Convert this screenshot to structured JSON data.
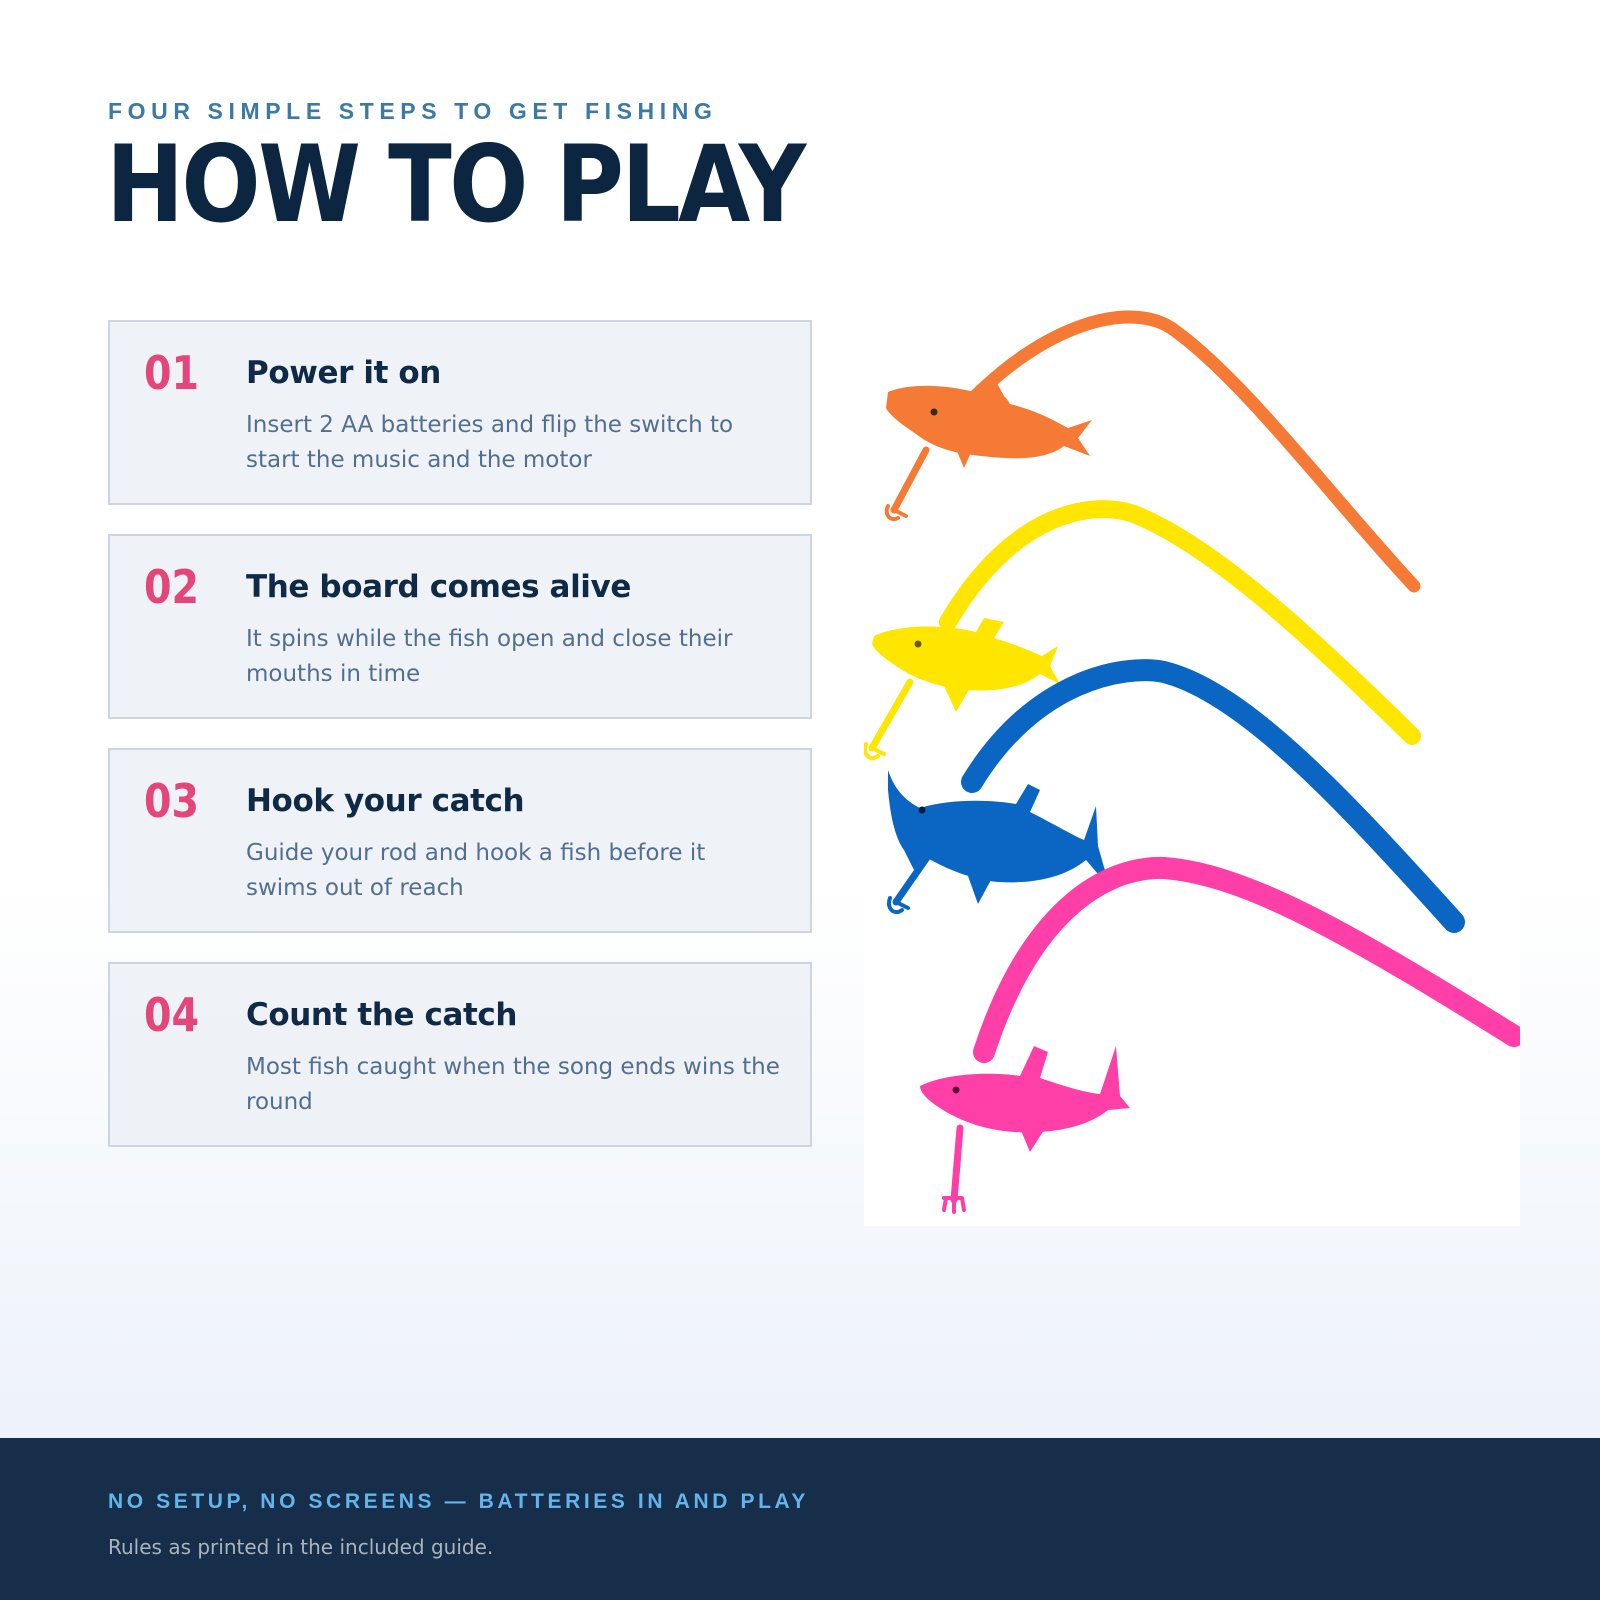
{
  "header": {
    "eyebrow": "FOUR SIMPLE STEPS TO GET FISHING",
    "title": "HOW TO PLAY"
  },
  "steps": [
    {
      "number": "01",
      "title": "Power it on",
      "description": "Insert 2 AA batteries and flip the switch to start the music and the motor"
    },
    {
      "number": "02",
      "title": "The board comes alive",
      "description": "It spins while the fish open and close their mouths in time"
    },
    {
      "number": "03",
      "title": "Hook your catch",
      "description": "Guide your rod and hook a fish before it swims out of reach"
    },
    {
      "number": "04",
      "title": "Count the catch",
      "description": "Most fish caught when the song ends wins the round"
    }
  ],
  "illustration": {
    "rods": [
      {
        "color": "#f47a36",
        "icon": "shark-rod-orange"
      },
      {
        "color": "#ffe600",
        "icon": "shark-rod-yellow"
      },
      {
        "color": "#0a66c2",
        "icon": "shark-rod-blue"
      },
      {
        "color": "#ff3fa8",
        "icon": "shark-rod-pink"
      }
    ]
  },
  "footer": {
    "tagline": "NO SETUP, NO SCREENS — BATTERIES IN AND PLAY",
    "note": "Rules as printed in the included guide."
  },
  "colors": {
    "accent": "#e4457a",
    "title": "#0c2540",
    "eyebrow": "#3b7aa6",
    "footer_bg": "#172e4a",
    "footer_tag": "#62b4ea"
  }
}
